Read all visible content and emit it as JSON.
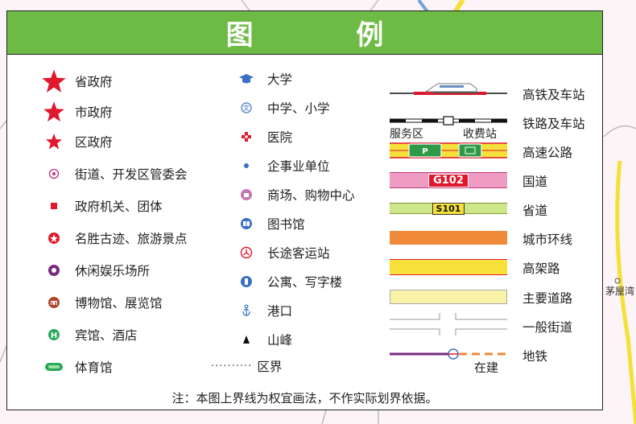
{
  "map": {
    "place_label": "茅屋湾"
  },
  "legend": {
    "title": "图  例",
    "col1": [
      "省政府",
      "市政府",
      "区政府",
      "街道、开发区管委会",
      "政府机关、团体",
      "名胜古迹、旅游景点",
      "休闲娱乐场所",
      "博物馆、展览馆",
      "宾馆、酒店",
      "体育馆"
    ],
    "col2": [
      "大学",
      "中学、小学",
      "医院",
      "企事业单位",
      "商场、购物中心",
      "图书馆",
      "长途客运站",
      "公寓、写字楼",
      "港口",
      "山峰",
      "区界"
    ],
    "col3": [
      "高铁及车站",
      "铁路及车站",
      "高速公路",
      "国道",
      "省道",
      "城市环线",
      "高架路",
      "主要道路",
      "一般街道",
      "地铁"
    ],
    "service_label": "服务区",
    "toll_label": "收费站",
    "national_road_code": "G102",
    "provincial_road_code": "S101",
    "under_construction": "在建",
    "boundary_dots": "··········",
    "note": "注：本图上界线为权宜画法，不作实际划界依据。"
  },
  "colors": {
    "header": "#6dbb45",
    "star": "#e0182d",
    "expressway": "#f5e03a",
    "national": "#ef9cc4",
    "provincial": "#cde68a",
    "ring": "#f08a3a",
    "elevated": "#f5e13a",
    "main_road": "#f9f3a8",
    "metro": "#7a2a7e"
  }
}
